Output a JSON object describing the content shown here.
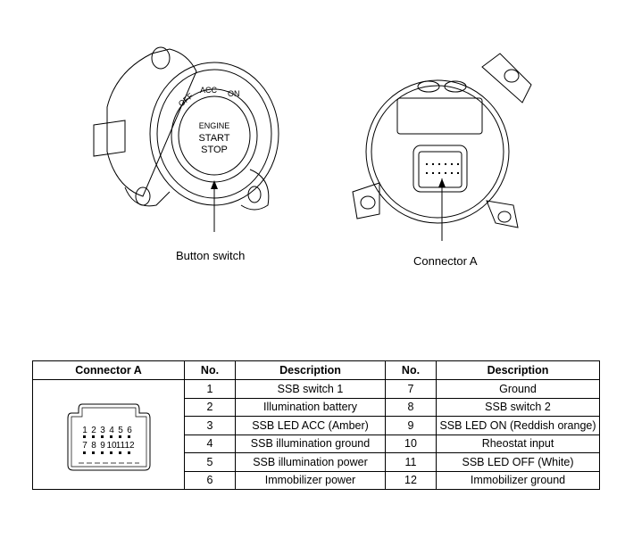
{
  "labels": {
    "button_switch": "Button switch",
    "connector_a": "Connector A"
  },
  "button_face": {
    "line1": "ENGINE",
    "line2": "START",
    "line3": "STOP",
    "off": "OFF",
    "acc": "ACC",
    "on": "ON"
  },
  "table": {
    "headers": [
      "Connector A",
      "No.",
      "Description",
      "No.",
      "Description"
    ],
    "pins_top": [
      "1",
      "2",
      "3",
      "4",
      "5",
      "6"
    ],
    "pins_bottom": [
      "7",
      "8",
      "9",
      "10",
      "11",
      "12"
    ],
    "rows": [
      {
        "no1": "1",
        "desc1": "SSB switch 1",
        "no2": "7",
        "desc2": "Ground"
      },
      {
        "no1": "2",
        "desc1": "Illumination battery",
        "no2": "8",
        "desc2": "SSB switch 2"
      },
      {
        "no1": "3",
        "desc1": "SSB LED ACC (Amber)",
        "no2": "9",
        "desc2": "SSB LED ON (Reddish orange)"
      },
      {
        "no1": "4",
        "desc1": "SSB illumination ground",
        "no2": "10",
        "desc2": "Rheostat input"
      },
      {
        "no1": "5",
        "desc1": "SSB illumination power",
        "no2": "11",
        "desc2": "SSB LED OFF (White)"
      },
      {
        "no1": "6",
        "desc1": "Immobilizer power",
        "no2": "12",
        "desc2": "Immobilizer ground"
      }
    ]
  }
}
